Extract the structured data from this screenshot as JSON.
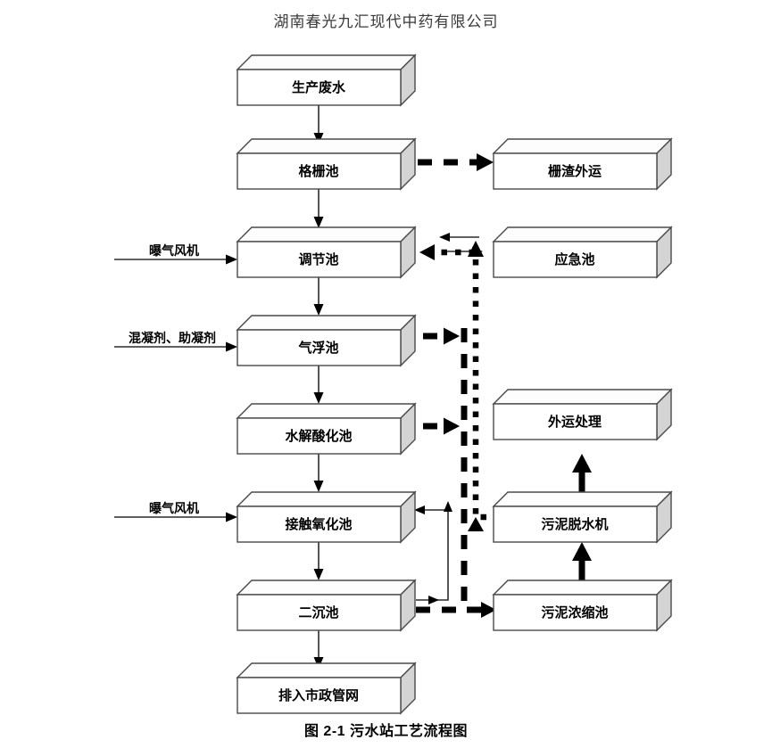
{
  "document": {
    "title": "湖南春光九汇现代中药有限公司",
    "figure_caption": "图 2-1 污水站工艺流程图"
  },
  "diagram": {
    "type": "process-flow",
    "main_chain": [
      {
        "id": "n1",
        "label": "生产废水"
      },
      {
        "id": "n2",
        "label": "格栅池"
      },
      {
        "id": "n3",
        "label": "调节池"
      },
      {
        "id": "n4",
        "label": "气浮池"
      },
      {
        "id": "n5",
        "label": "水解酸化池"
      },
      {
        "id": "n6",
        "label": "接触氧化池"
      },
      {
        "id": "n7",
        "label": "二沉池"
      },
      {
        "id": "n8",
        "label": "排入市政管网"
      }
    ],
    "side_chain": [
      {
        "id": "s1",
        "label": "栅渣外运"
      },
      {
        "id": "s2",
        "label": "应急池"
      },
      {
        "id": "s3",
        "label": "外运处理"
      },
      {
        "id": "s4",
        "label": "污泥脱水机"
      },
      {
        "id": "s5",
        "label": "污泥浓缩池"
      }
    ],
    "input_labels": [
      {
        "id": "i1",
        "label": "曝气风机"
      },
      {
        "id": "i2",
        "label": "混凝剂、助凝剂"
      },
      {
        "id": "i3",
        "label": "曝气风机"
      }
    ],
    "edges": [
      {
        "from": "生产废水",
        "to": "格栅池",
        "style": "thin-solid"
      },
      {
        "from": "格栅池",
        "to": "栅渣外运",
        "style": "thick-dashed"
      },
      {
        "from": "格栅池",
        "to": "调节池",
        "style": "thin-solid"
      },
      {
        "from": "曝气风机",
        "to": "调节池",
        "style": "thin-solid"
      },
      {
        "from": "调节池",
        "to": "应急池",
        "style": "thin-solid-bidirectional"
      },
      {
        "from": "调节池",
        "to": "气浮池",
        "style": "thin-solid"
      },
      {
        "from": "混凝剂、助凝剂",
        "to": "气浮池",
        "style": "thin-solid"
      },
      {
        "from": "气浮池",
        "to": "污泥干线",
        "style": "thick-dashed"
      },
      {
        "from": "气浮池",
        "to": "水解酸化池",
        "style": "thin-solid"
      },
      {
        "from": "水解酸化池",
        "to": "污泥干线",
        "style": "thick-dashed"
      },
      {
        "from": "水解酸化池",
        "to": "接触氧化池",
        "style": "thin-solid"
      },
      {
        "from": "曝气风机",
        "to": "接触氧化池",
        "style": "thin-solid"
      },
      {
        "from": "接触氧化池",
        "to": "二沉池",
        "style": "thin-solid"
      },
      {
        "from": "二沉池",
        "to": "接触氧化池",
        "style": "thin-solid-return"
      },
      {
        "from": "二沉池",
        "to": "污泥浓缩池",
        "style": "thick-dashed"
      },
      {
        "from": "污泥浓缩池",
        "to": "污泥脱水机",
        "style": "thick-solid"
      },
      {
        "from": "污泥脱水机",
        "to": "外运处理",
        "style": "thick-solid"
      },
      {
        "from": "污泥脱水机",
        "to": "调节池",
        "style": "thick-dotted-return"
      },
      {
        "from": "二沉池",
        "to": "排入市政管网",
        "style": "thin-solid"
      }
    ],
    "colors": {
      "box_front": "#ffffff",
      "box_side": "#d4d4d4",
      "box_stroke": "#4a4a4a",
      "line": "#000000",
      "title_text": "#3a3a3a"
    }
  }
}
